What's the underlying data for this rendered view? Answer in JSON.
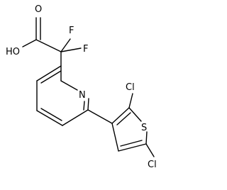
{
  "molecule": {
    "atoms": {
      "hydroxyl": "HO",
      "carbonyl_oxygen": "O",
      "fluorine_upper": "F",
      "fluorine_lower": "F",
      "pyridine_nitrogen": "N",
      "sulfur": "S",
      "chlorine_upper": "Cl",
      "chlorine_lower": "Cl"
    }
  }
}
